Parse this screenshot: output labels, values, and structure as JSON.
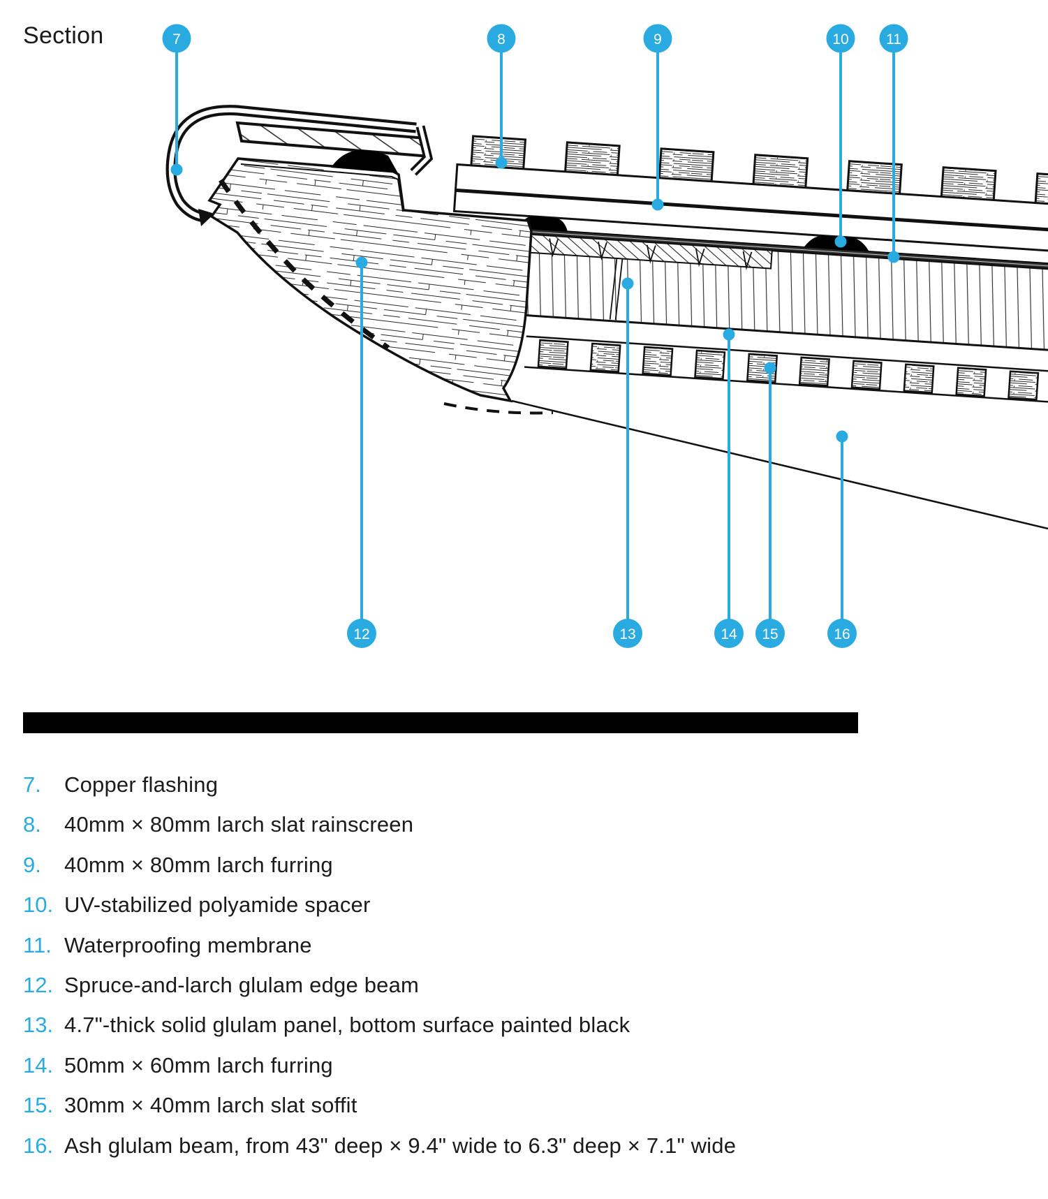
{
  "title": "Section",
  "colors": {
    "accent": "#29ABE2",
    "ink": "#111111",
    "text": "#1b1b1b",
    "bar": "#000000"
  },
  "callouts": {
    "top": [
      {
        "num": "7"
      },
      {
        "num": "8"
      },
      {
        "num": "9"
      },
      {
        "num": "10"
      },
      {
        "num": "11"
      }
    ],
    "bottom": [
      {
        "num": "12"
      },
      {
        "num": "13"
      },
      {
        "num": "14"
      },
      {
        "num": "15"
      },
      {
        "num": "16"
      }
    ]
  },
  "legend": {
    "items": [
      {
        "num": "7.",
        "label": "Copper flashing"
      },
      {
        "num": "8.",
        "label": "40mm × 80mm larch slat rainscreen"
      },
      {
        "num": "9.",
        "label": "40mm × 80mm larch furring"
      },
      {
        "num": "10.",
        "label": "UV-stabilized polyamide spacer"
      },
      {
        "num": "11.",
        "label": "Waterproofing membrane"
      },
      {
        "num": "12.",
        "label": "Spruce-and-larch glulam edge beam"
      },
      {
        "num": "13.",
        "label": "4.7\"-thick solid glulam panel, bottom surface painted black"
      },
      {
        "num": "14.",
        "label": "50mm × 60mm larch furring"
      },
      {
        "num": "15.",
        "label": "30mm × 40mm larch slat soffit"
      },
      {
        "num": "16.",
        "label": "Ash glulam beam, from 43\" deep × 9.4\" wide to 6.3\" deep × 7.1\" wide"
      }
    ]
  }
}
